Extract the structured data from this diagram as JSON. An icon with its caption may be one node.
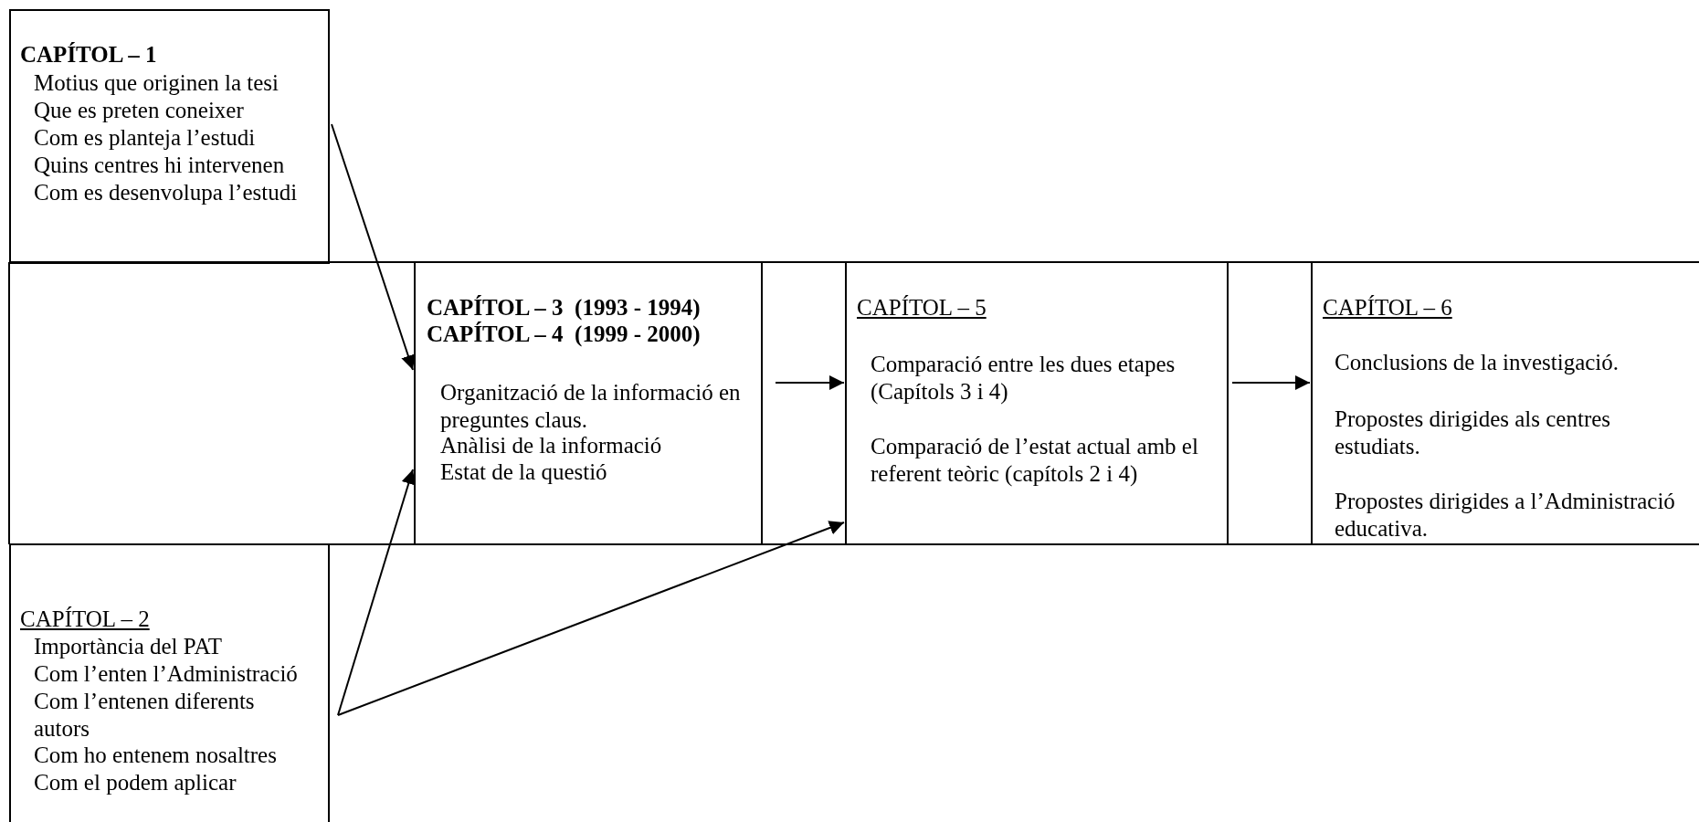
{
  "diagram": {
    "nodes": [
      {
        "text": [
          "CAPÍTOL – 1",
          "Motius que originen la tesi",
          "Que es preten coneixer",
          "Com es planteja l’estudi",
          "Quins centres hi intervenen",
          "Com es desenvolupa l’estudi"
        ]
      },
      {
        "text": [
          "CAPÍTOL – 3  (1993 - 1994)",
          "CAPÍTOL – 4  (1999 - 2000)",
          "Organització de la informació en preguntes claus.",
          "Anàlisi de la informació",
          "Estat de la questió"
        ]
      },
      {
        "text": [
          "CAPÍTOL – 5",
          "Comparació entre les dues etapes (Capítols 3 i 4)",
          "Comparació de l’estat actual amb el referent teòric (capítols 2 i 4)"
        ]
      },
      {
        "text": [
          "CAPÍTOL – 6",
          "Conclusions de la investigació.",
          "Propostes dirigides als centres estudiats.",
          "Propostes dirigides a l’Administració educativa."
        ]
      },
      {
        "text": [
          "CAPÍTOL – 2",
          "Importància del PAT",
          "Com l’enten l’Administració",
          "Com l’entenen diferents autors",
          "Com ho entenem nosaltres",
          "Com el podem aplicar"
        ]
      }
    ],
    "edges": [
      {
        "from": 0,
        "to": 1,
        "arrow": "to"
      },
      {
        "from": 4,
        "to": 1,
        "arrow": "to"
      },
      {
        "from": 4,
        "to": 2,
        "arrow": "to"
      },
      {
        "from": 1,
        "to": 2,
        "arrow": "to"
      },
      {
        "from": 2,
        "to": 3,
        "arrow": "to"
      }
    ]
  }
}
